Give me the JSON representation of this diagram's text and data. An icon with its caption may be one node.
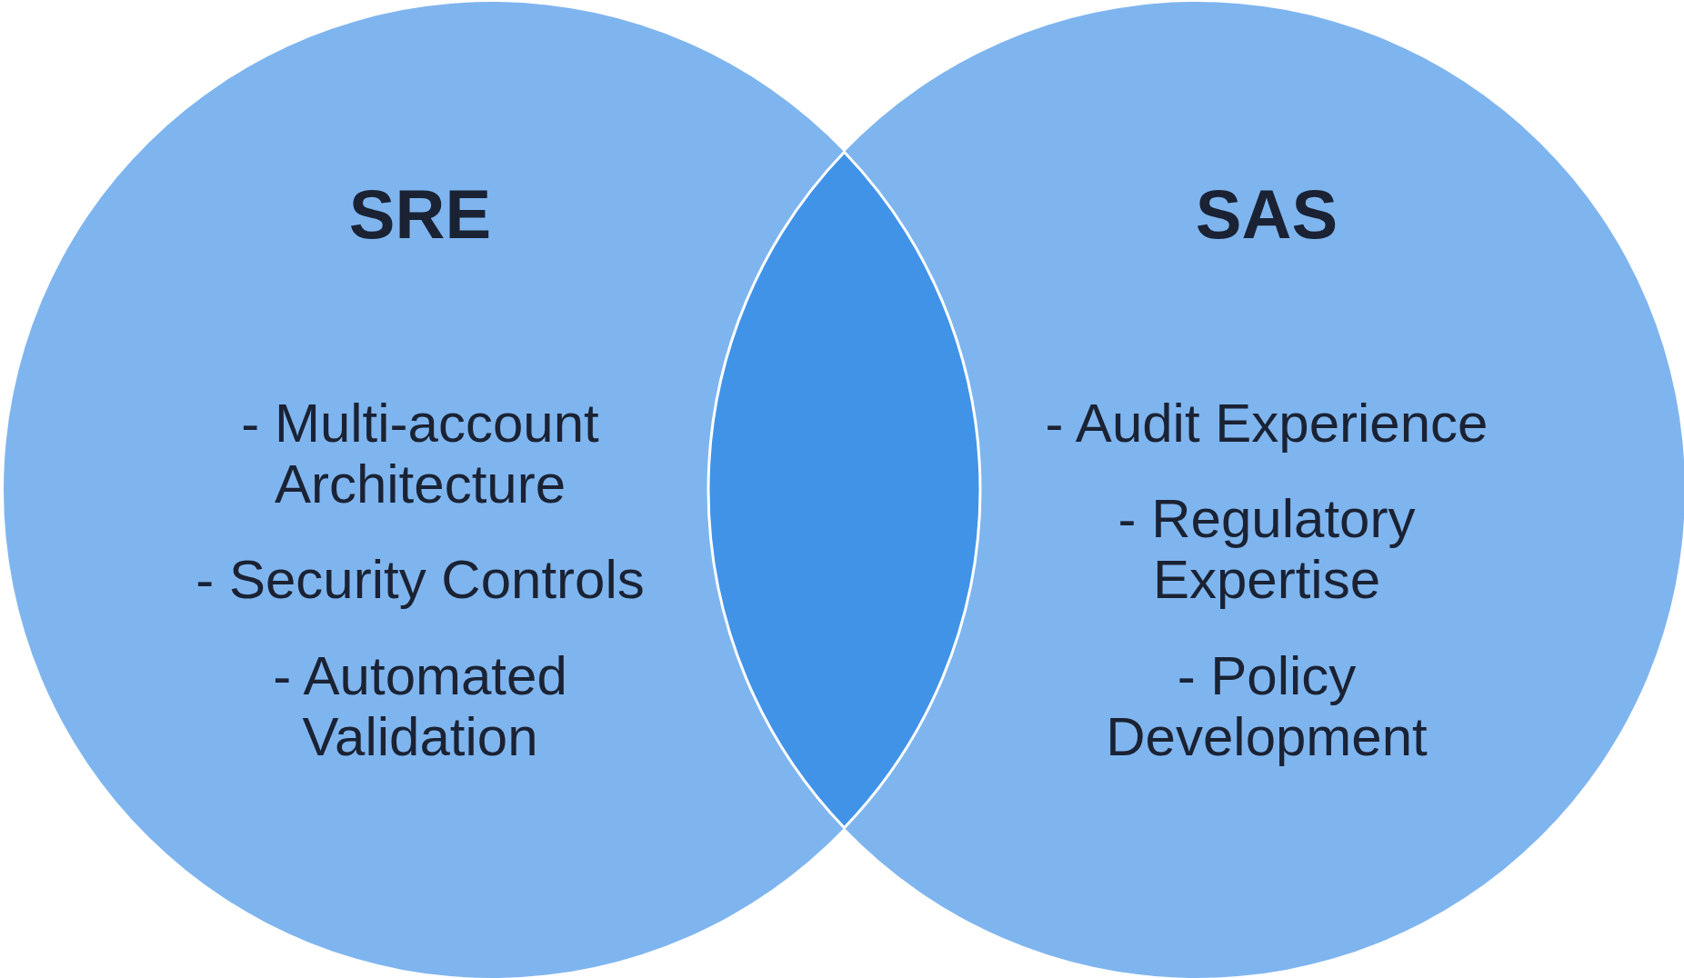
{
  "diagram": {
    "nodes": [
      {
        "text": [
          "SRE",
          "- Multi-account Architecture",
          "- Security Controls",
          "- Automated Validation"
        ]
      },
      {
        "text": [
          "SAS",
          "- Audit Experience",
          "- Regulatory Expertise",
          "- Policy Development"
        ]
      },
      {
        "text": [],
        "shape": "lens"
      }
    ]
  }
}
